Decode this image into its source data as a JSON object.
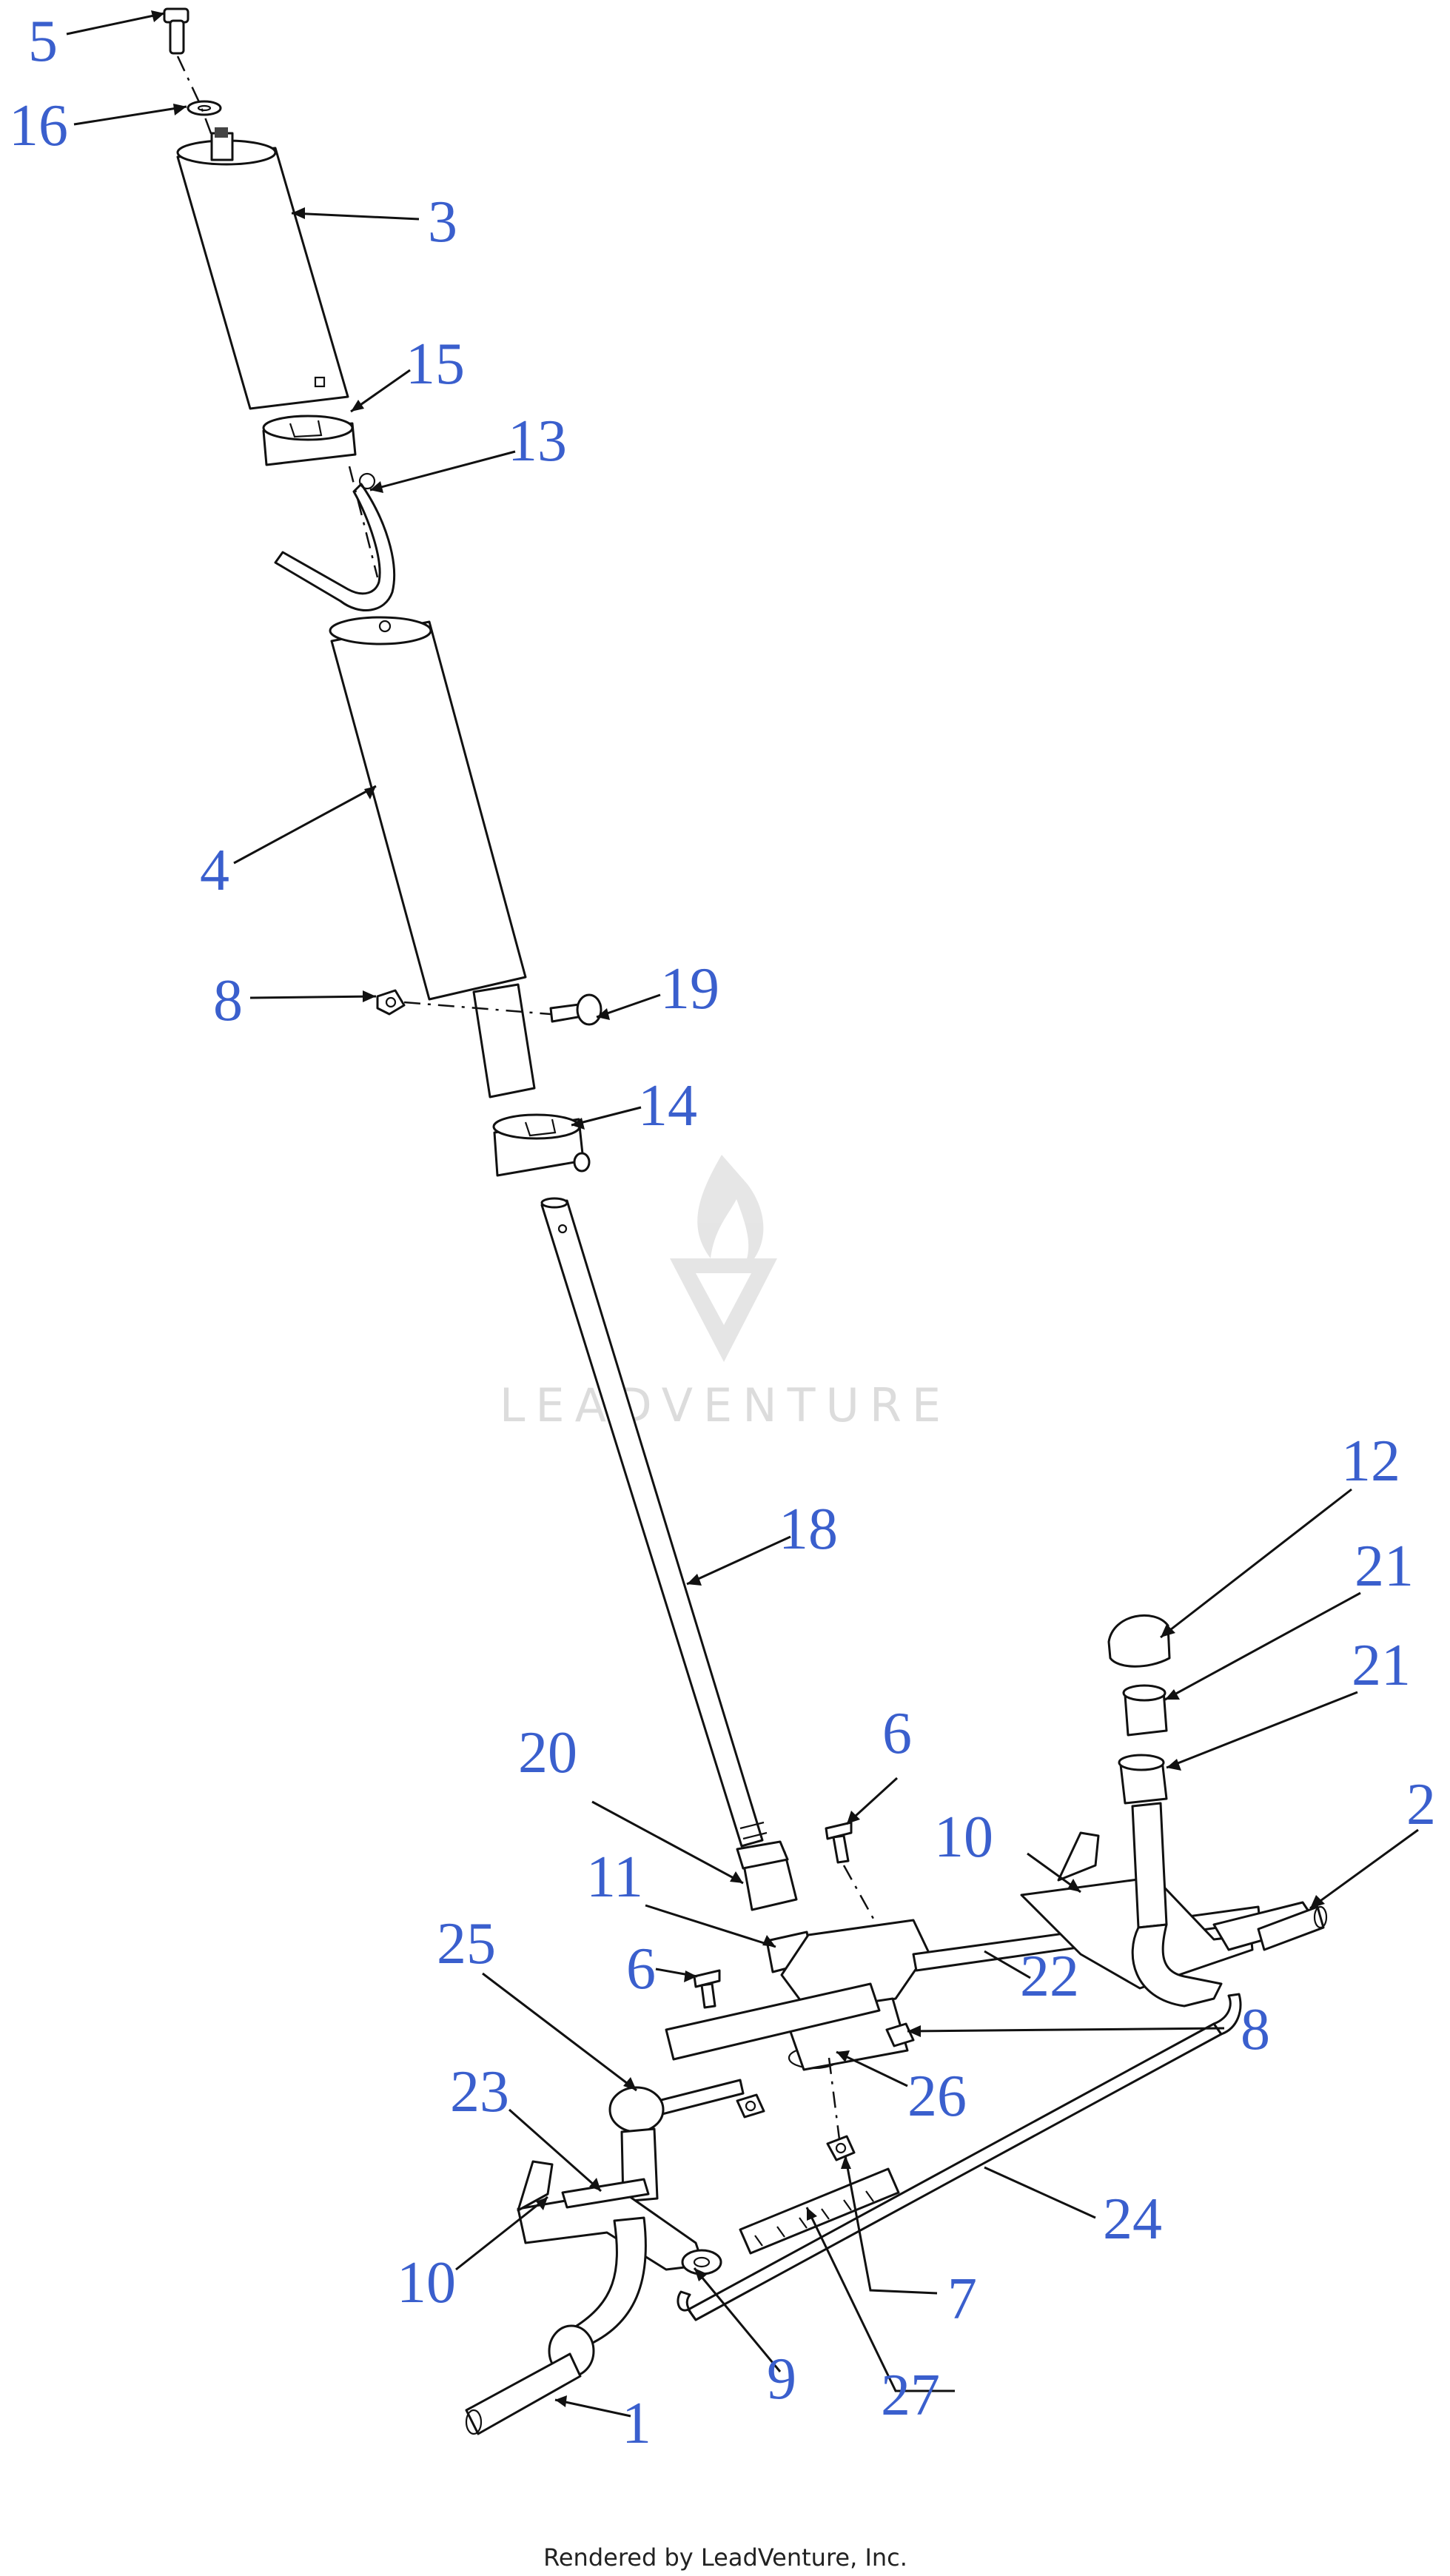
{
  "callouts": [
    {
      "id": "c5a",
      "label": "5"
    },
    {
      "id": "c16",
      "label": "16"
    },
    {
      "id": "c3",
      "label": "3"
    },
    {
      "id": "c15",
      "label": "15"
    },
    {
      "id": "c13",
      "label": "13"
    },
    {
      "id": "c4",
      "label": "4"
    },
    {
      "id": "c8a",
      "label": "8"
    },
    {
      "id": "c19",
      "label": "19"
    },
    {
      "id": "c14",
      "label": "14"
    },
    {
      "id": "c18",
      "label": "18"
    },
    {
      "id": "c12",
      "label": "12"
    },
    {
      "id": "c21a",
      "label": "21"
    },
    {
      "id": "c21b",
      "label": "21"
    },
    {
      "id": "c2",
      "label": "2"
    },
    {
      "id": "c6a",
      "label": "6"
    },
    {
      "id": "c20",
      "label": "20"
    },
    {
      "id": "c10a",
      "label": "10"
    },
    {
      "id": "c11",
      "label": "11"
    },
    {
      "id": "c25",
      "label": "25"
    },
    {
      "id": "c6b",
      "label": "6"
    },
    {
      "id": "c22",
      "label": "22"
    },
    {
      "id": "c8b",
      "label": "8"
    },
    {
      "id": "c23",
      "label": "23"
    },
    {
      "id": "c26",
      "label": "26"
    },
    {
      "id": "c24",
      "label": "24"
    },
    {
      "id": "c10b",
      "label": "10"
    },
    {
      "id": "c7",
      "label": "7"
    },
    {
      "id": "c9",
      "label": "9"
    },
    {
      "id": "c27",
      "label": "27"
    },
    {
      "id": "c1",
      "label": "1"
    }
  ],
  "watermark": {
    "text": "LEADVENTURE"
  },
  "footer": {
    "text": "Rendered by LeadVenture, Inc."
  },
  "colors": {
    "callout": "#3a5fcd",
    "linework": "#111111",
    "watermark": "#d9d9d9"
  }
}
